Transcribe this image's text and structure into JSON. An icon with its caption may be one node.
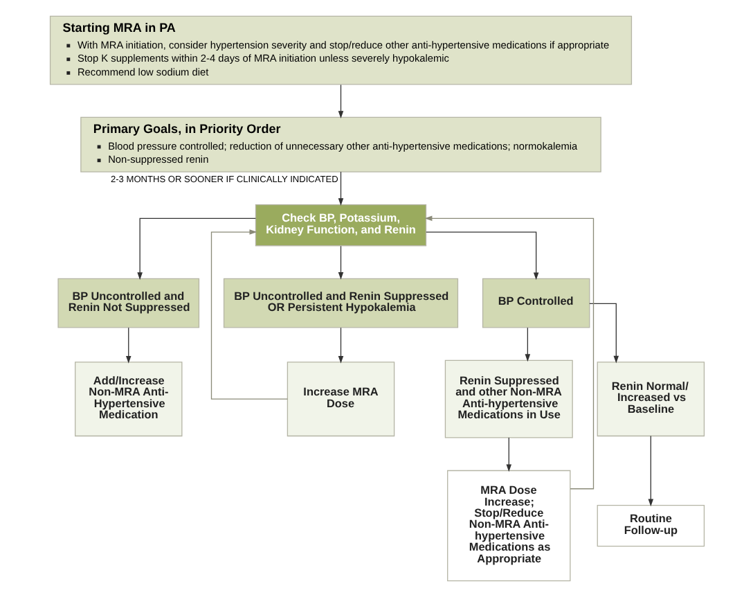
{
  "diagram": {
    "nodes": [
      {
        "text": [
          "Starting MRA in PA",
          "With MRA initiation, consider hypertension severity and stop/reduce other anti-hypertensive medications if appropriate",
          "Stop K supplements within 2-4 days of MRA initiation unless severely hypokalemic",
          "Recommend low sodium diet"
        ]
      },
      {
        "text": [
          "Primary Goals, in Priority Order",
          "Blood pressure controlled; reduction of unnecessary other anti-hypertensive medications; normokalemia",
          "Non-suppressed renin"
        ]
      },
      {
        "text": [
          "Check BP, Potassium, Kidney Function, and Renin"
        ]
      },
      {
        "text": [
          "BP Uncontrolled and Renin Not Suppressed"
        ]
      },
      {
        "text": [
          "BP Uncontrolled and Renin Suppressed OR Persistent Hypokalemia"
        ]
      },
      {
        "text": [
          "BP Controlled"
        ]
      },
      {
        "text": [
          "Add/Increase Non-MRA Anti-Hypertensive Medication"
        ]
      },
      {
        "text": [
          "Increase MRA Dose"
        ]
      },
      {
        "text": [
          "Renin Suppressed and other Non-MRA Anti-hypertensive Medications in Use"
        ]
      },
      {
        "text": [
          "Renin Normal/ Increased vs Baseline"
        ]
      },
      {
        "text": [
          "MRA Dose Increase; Stop/Reduce Non-MRA Anti-hypertensive Medications as Appropriate"
        ]
      },
      {
        "text": [
          "Routine Follow-up"
        ]
      }
    ],
    "edges": [
      {
        "from": 0,
        "to": 1,
        "arrow": "to"
      },
      {
        "from": 1,
        "to": 2,
        "arrow": "to",
        "label": "2-3 MONTHS OR SOONER IF CLINICALLY INDICATED"
      },
      {
        "from": 2,
        "to": 3,
        "arrow": "to"
      },
      {
        "from": 2,
        "to": 4,
        "arrow": "to"
      },
      {
        "from": 2,
        "to": 5,
        "arrow": "to"
      },
      {
        "from": 3,
        "to": 6,
        "arrow": "to"
      },
      {
        "from": 4,
        "to": 7,
        "arrow": "to"
      },
      {
        "from": 5,
        "to": 8,
        "arrow": "to"
      },
      {
        "from": 5,
        "to": 9,
        "arrow": "to"
      },
      {
        "from": 8,
        "to": 10,
        "arrow": "to"
      },
      {
        "from": 9,
        "to": 11,
        "arrow": "to"
      },
      {
        "from": 7,
        "to": 2,
        "arrow": "to"
      },
      {
        "from": 10,
        "to": 2,
        "arrow": "to"
      }
    ]
  }
}
